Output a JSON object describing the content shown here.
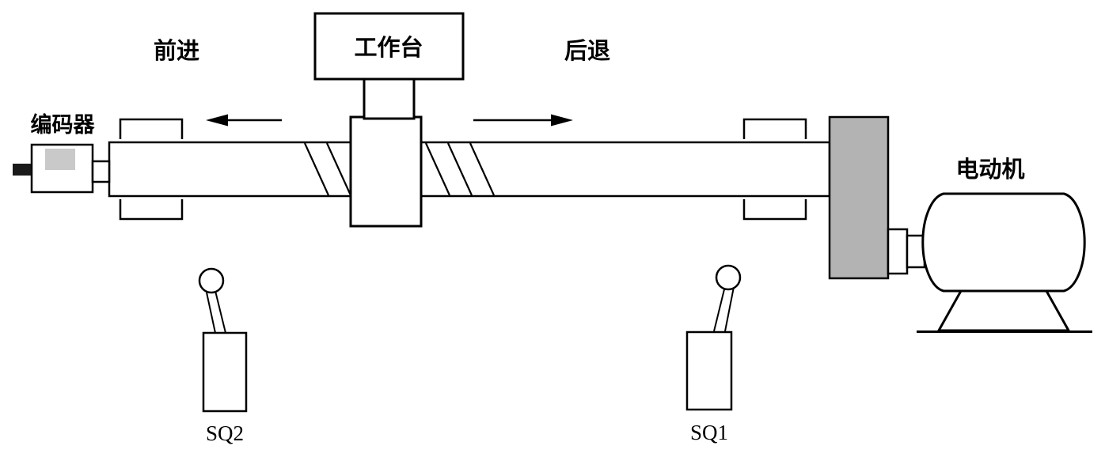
{
  "diagram": {
    "labels": {
      "encoder": "编码器",
      "forward": "前进",
      "worktable": "工作台",
      "backward": "后退",
      "motor": "电动机",
      "limit_switch_left": "SQ2",
      "limit_switch_right": "SQ1"
    },
    "colors": {
      "line": "#000000",
      "background": "#ffffff",
      "coupling_block": "#b3b3b3",
      "encoder_window": "#c9c9c9",
      "encoder_stub": "#1a1a1a"
    }
  }
}
